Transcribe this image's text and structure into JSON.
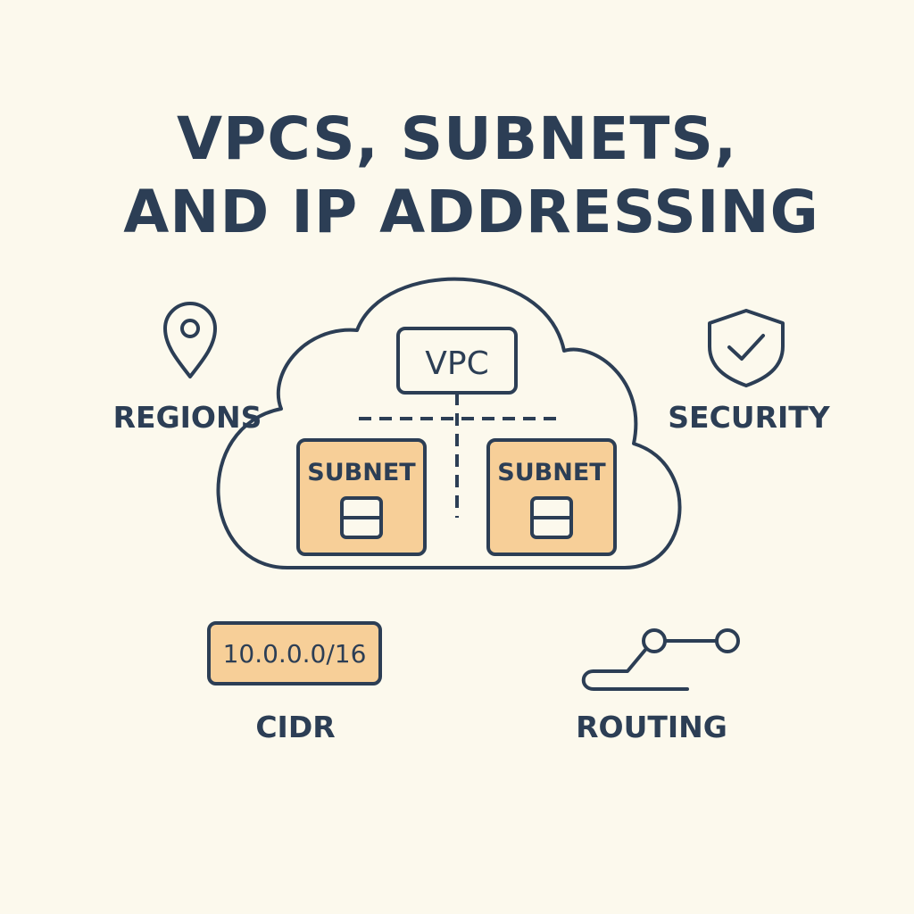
{
  "title": {
    "line1": "VPCS, SUBNETS,",
    "line2": "AND IP ADDRESSING"
  },
  "vpc": {
    "label": "VPC"
  },
  "subnets": [
    {
      "label": "SUBNET"
    },
    {
      "label": "SUBNET"
    }
  ],
  "regions": {
    "label": "REGIONS",
    "icon": "map-pin-icon"
  },
  "security": {
    "label": "SECURITY",
    "icon": "shield-check-icon"
  },
  "cidr": {
    "value": "10.0.0.0/16",
    "label": "CIDR"
  },
  "routing": {
    "label": "ROUTING",
    "icon": "route-icon"
  },
  "colors": {
    "background": "#fcf9ed",
    "ink": "#2c3e55",
    "accent": "#f7cf98"
  }
}
